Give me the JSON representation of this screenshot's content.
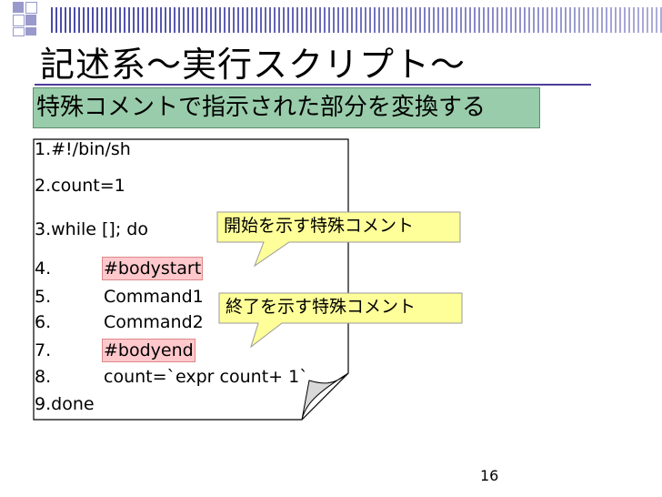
{
  "slide": {
    "title": "記述系〜実行スクリプト〜",
    "subtitle": "特殊コメントで指示された部分を変換する",
    "page_number": "16"
  },
  "script": {
    "lines": [
      {
        "num": "1.",
        "text": "#!/bin/sh",
        "highlight": false
      },
      {
        "num": "2.",
        "text": "count=1",
        "highlight": false
      },
      {
        "num": "3.",
        "text": "while []; do",
        "highlight": false
      },
      {
        "num": "4.",
        "text": "#bodystart",
        "highlight": true
      },
      {
        "num": "5.",
        "text": "Command1",
        "highlight": false
      },
      {
        "num": "6.",
        "text": "Command2",
        "highlight": false
      },
      {
        "num": "7.",
        "text": "#bodyend",
        "highlight": true
      },
      {
        "num": "8.",
        "text": "count=`expr count+ 1`",
        "highlight": false
      },
      {
        "num": "9.",
        "text": "done",
        "highlight": false
      }
    ]
  },
  "callouts": {
    "start": "開始を示す特殊コメント",
    "end": "終了を示す特殊コメント"
  },
  "colors": {
    "subtitle_bg": "#99ccaa",
    "highlight_bg": "#ffc8cc",
    "callout_bg": "#ffff99",
    "title_rule": "#4b3c9a"
  }
}
